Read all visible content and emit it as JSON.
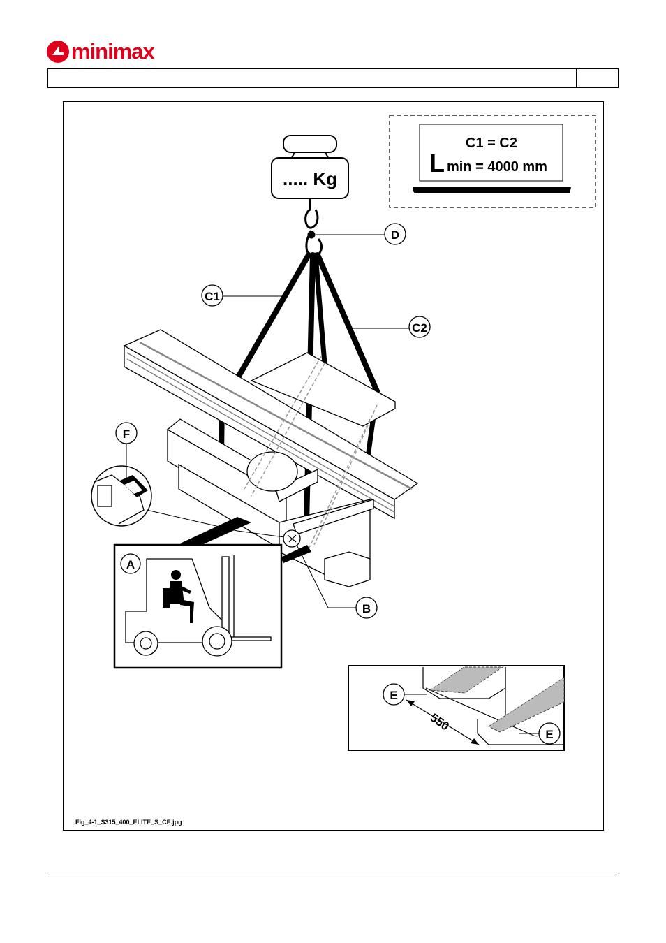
{
  "brand": {
    "name": "minimax",
    "color": "#e0001b"
  },
  "formula": {
    "line1": "C1 = C2",
    "big_letter": "L",
    "line2": "min = 4000 mm"
  },
  "weight": {
    "label": "..... Kg"
  },
  "labels": {
    "d": "D",
    "c1": "C1",
    "c2": "C2",
    "f": "F",
    "a": "A",
    "b": "B",
    "e1": "E",
    "e2": "E",
    "dimension": "550"
  },
  "caption": "Fig_4-1_S315_400_ELITE_S_CE.jpg"
}
